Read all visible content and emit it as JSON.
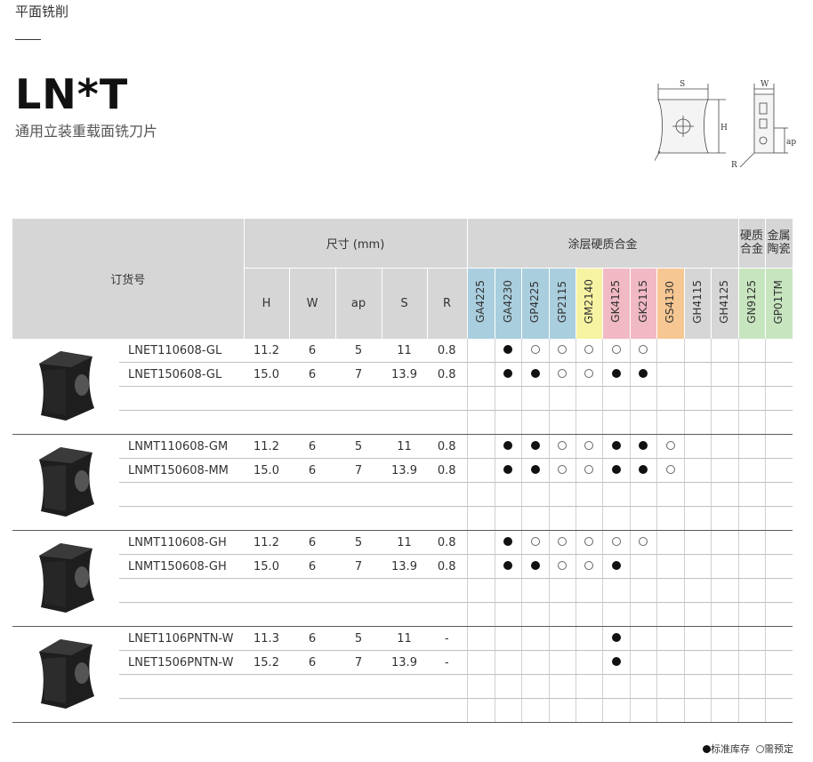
{
  "page": {
    "section_title": "平面铣削",
    "model": "LN*T",
    "subtitle": "通用立装重载面铣刀片"
  },
  "diagram_labels": {
    "S": "S",
    "H": "H",
    "R": "R",
    "W": "W",
    "ap": "ap"
  },
  "table": {
    "order_header": "订货号",
    "dims_header": "尺寸 (mm)",
    "dims": [
      "H",
      "W",
      "ap",
      "S",
      "R"
    ],
    "coated_header": "涂层硬质合金",
    "carbide_header": "硬质合金",
    "cermet_header": "金属陶瓷",
    "grades": [
      {
        "name": "GA4225",
        "color": "#a9cede"
      },
      {
        "name": "GA4230",
        "color": "#a9cede"
      },
      {
        "name": "GP4225",
        "color": "#a9cede"
      },
      {
        "name": "GP2115",
        "color": "#a9cede"
      },
      {
        "name": "GM2140",
        "color": "#f6f3a2"
      },
      {
        "name": "GK4125",
        "color": "#f0b9c4"
      },
      {
        "name": "GK2115",
        "color": "#f0b9c4"
      },
      {
        "name": "GS4130",
        "color": "#f6c792"
      },
      {
        "name": "GH4115",
        "color": "#d6d6d6"
      },
      {
        "name": "GH4125",
        "color": "#d6d6d6"
      },
      {
        "name": "GN9125",
        "color": "#c7e5bf"
      },
      {
        "name": "GP01TM",
        "color": "#c7e5bf"
      }
    ],
    "groups": [
      {
        "image": "insert-gl-icon",
        "rows": [
          {
            "code": "LNET110608-GL",
            "H": "11.2",
            "W": "6",
            "ap": "5",
            "S": "11",
            "R": "0.8",
            "stock": [
              "",
              "f",
              "o",
              "o",
              "o",
              "o",
              "o",
              "",
              "",
              "",
              "",
              ""
            ]
          },
          {
            "code": "LNET150608-GL",
            "H": "15.0",
            "W": "6",
            "ap": "7",
            "S": "13.9",
            "R": "0.8",
            "stock": [
              "",
              "f",
              "f",
              "o",
              "o",
              "f",
              "f",
              "",
              "",
              "",
              "",
              ""
            ]
          }
        ]
      },
      {
        "image": "insert-gm-icon",
        "rows": [
          {
            "code": "LNMT110608-GM",
            "H": "11.2",
            "W": "6",
            "ap": "5",
            "S": "11",
            "R": "0.8",
            "stock": [
              "",
              "f",
              "f",
              "o",
              "o",
              "f",
              "f",
              "o",
              "",
              "",
              "",
              ""
            ]
          },
          {
            "code": "LNMT150608-MM",
            "H": "15.0",
            "W": "6",
            "ap": "7",
            "S": "13.9",
            "R": "0.8",
            "stock": [
              "",
              "f",
              "f",
              "o",
              "o",
              "f",
              "f",
              "o",
              "",
              "",
              "",
              ""
            ]
          }
        ]
      },
      {
        "image": "insert-gh-icon",
        "rows": [
          {
            "code": "LNMT110608-GH",
            "H": "11.2",
            "W": "6",
            "ap": "5",
            "S": "11",
            "R": "0.8",
            "stock": [
              "",
              "f",
              "o",
              "o",
              "o",
              "o",
              "o",
              "",
              "",
              "",
              "",
              ""
            ]
          },
          {
            "code": "LNMT150608-GH",
            "H": "15.0",
            "W": "6",
            "ap": "7",
            "S": "13.9",
            "R": "0.8",
            "stock": [
              "",
              "f",
              "f",
              "o",
              "o",
              "f",
              "",
              "",
              "",
              "",
              "",
              ""
            ]
          }
        ]
      },
      {
        "image": "insert-pntn-icon",
        "rows": [
          {
            "code": "LNET1106PNTN-W",
            "H": "11.3",
            "W": "6",
            "ap": "5",
            "S": "11",
            "R": "-",
            "stock": [
              "",
              "",
              "",
              "",
              "",
              "f",
              "",
              "",
              "",
              "",
              "",
              ""
            ]
          },
          {
            "code": "LNET1506PNTN-W",
            "H": "15.2",
            "W": "6",
            "ap": "7",
            "S": "13.9",
            "R": "-",
            "stock": [
              "",
              "",
              "",
              "",
              "",
              "f",
              "",
              "",
              "",
              "",
              "",
              ""
            ]
          }
        ]
      }
    ]
  },
  "legend": {
    "filled_label": "标准库存",
    "open_label": "需预定"
  }
}
